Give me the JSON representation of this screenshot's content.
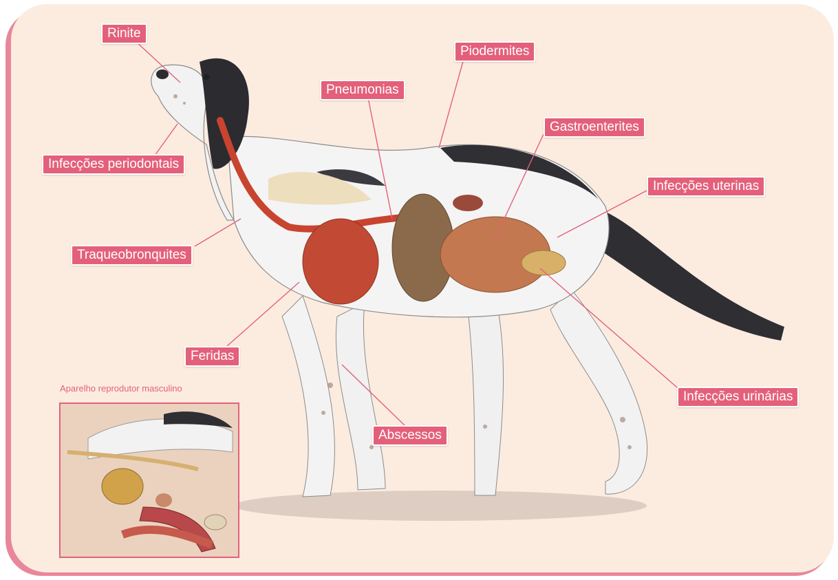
{
  "labels": {
    "rinite": "Rinite",
    "piodermites": "Piodermites",
    "pneumonias": "Pneumonias",
    "gastroenterites": "Gastroenterites",
    "infeccoes_periodontais": "Infecções periodontais",
    "infeccoes_uterinas": "Infecções uterinas",
    "traqueobronquites": "Traqueobronquites",
    "feridas": "Feridas",
    "abscessos": "Abscessos",
    "infeccoes_urinarias": "Infecções urinárias"
  },
  "inset": {
    "title": "Aparelho reprodutor masculino"
  },
  "colors": {
    "accent": "#e4607a",
    "panel_background": "#fcece0",
    "panel_shadow": "#e8879a"
  }
}
